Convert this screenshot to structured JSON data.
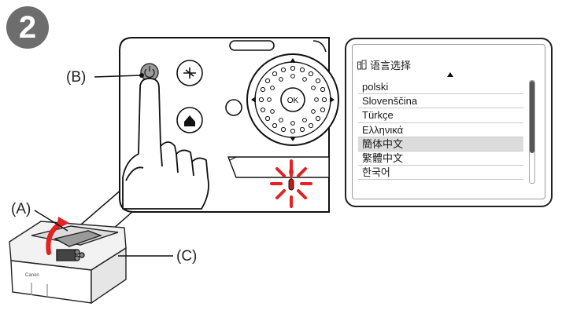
{
  "step": {
    "number": "2"
  },
  "callouts": {
    "a": "(A)",
    "b": "(B)",
    "c": "(C)"
  },
  "control_panel": {
    "ok_label": "OK"
  },
  "printer": {
    "brand": "Canon"
  },
  "lcd": {
    "title": "语言选择",
    "items": [
      "polski",
      "Slovenščina",
      "Türkçe",
      "Ελληνικά",
      "簡体中文",
      "繁體中文",
      "한국어"
    ],
    "selected": "簡体中文"
  }
}
